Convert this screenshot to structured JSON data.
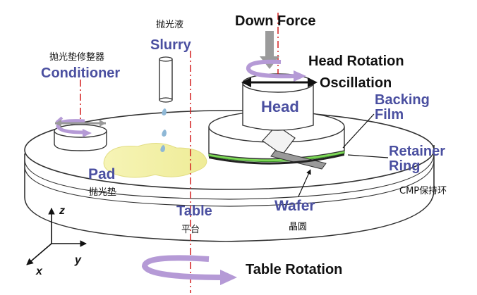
{
  "labels": {
    "down_force": "Down Force",
    "head_rotation": "Head Rotation",
    "oscillation": "Oscillation",
    "head": "Head",
    "backing_film_line1": "Backing",
    "backing_film_line2": "Film",
    "retainer_ring_line1": "Retainer",
    "retainer_ring_line2": "Ring",
    "retainer_ring_cn": "CMP保持环",
    "slurry": "Slurry",
    "slurry_cn": "抛光液",
    "conditioner": "Conditioner",
    "conditioner_cn": "抛光垫修整器",
    "pad": "Pad",
    "pad_cn": "抛光垫",
    "table": "Table",
    "table_cn": "平台",
    "wafer": "Wafer",
    "wafer_cn": "晶圆",
    "table_rotation": "Table Rotation",
    "axis_x": "x",
    "axis_y": "y",
    "axis_z": "z"
  },
  "colors": {
    "label_blue": "#4a4fa0",
    "rotation_arrow": "#b59ad6",
    "slurry_pad": "#f4f2a6",
    "backing_film": "#7ed957",
    "axis_dashdot": "#d41f1f",
    "table_fill": "#ffffff",
    "head_fill": "#ffffff"
  },
  "icons": {
    "down_force_arrow": "down-arrow-icon",
    "oscillation_arrow": "double-arrow-icon",
    "rotation_arrows": "curved-rotation-arrow-icon",
    "slurry_drops": "droplet-icon"
  }
}
